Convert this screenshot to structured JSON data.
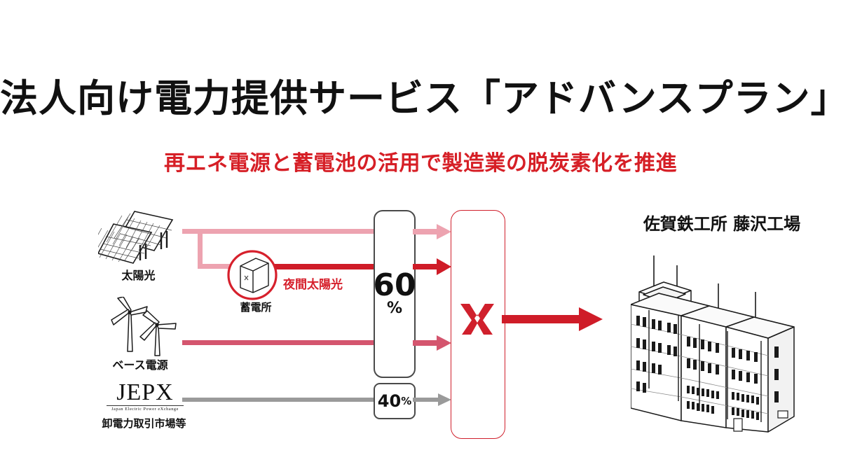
{
  "header": {
    "title": "法人向け電力提供サービス「アドバンスプラン」",
    "subtitle": "再エネ電源と蓄電池の活用で製造業の脱炭素化を推進"
  },
  "sources": [
    {
      "key": "solar",
      "icon": "solar-panel-icon",
      "label": "太陽光"
    },
    {
      "key": "wind",
      "icon": "wind-turbine-icon",
      "label": "ベース電源"
    },
    {
      "key": "market",
      "icon": "jepx-logo-icon",
      "label": "卸電力取引市場等",
      "logo_text": "JEPX",
      "logo_subtext": "Japan Electric Power eXchange"
    }
  ],
  "storage": {
    "label": "蓄電所",
    "icon": "battery-cabinet-icon",
    "output_label": "夜間太陽光"
  },
  "mix": {
    "renewable": {
      "value": "60",
      "unit": "%"
    },
    "market": {
      "value": "40",
      "unit": "%"
    }
  },
  "provider": {
    "logo": "x-mark-logo",
    "accent_color": "#d0202c"
  },
  "destination": {
    "label": "佐賀鉄工所 藤沢工場",
    "icon": "factory-building-icon"
  },
  "colors": {
    "title_black": "#111111",
    "accent_red": "#d61f26",
    "line_pink": "#eda3b0",
    "line_red_bold": "#cf1c28",
    "line_red_mid": "#d4556e",
    "line_gray": "#9a9a9a",
    "box_outline": "#4a4a4a"
  }
}
